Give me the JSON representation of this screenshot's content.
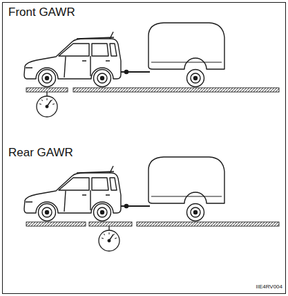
{
  "diagram": {
    "labels": [
      "Front GAWR",
      "Rear GAWR",
      "IIE4RV004"
    ]
  }
}
